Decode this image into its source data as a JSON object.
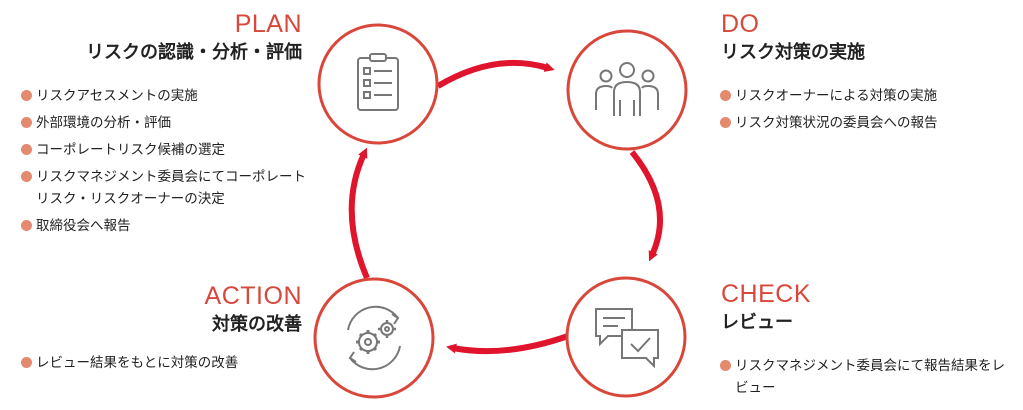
{
  "plan": {
    "title": "PLAN",
    "subtitle": "リスクの認識・分析・評価",
    "items": [
      "リスクアセスメントの実施",
      "外部環境の分析・評価",
      "コーポレートリスク候補の選定",
      "リスクマネジメント委員会にてコーポレートリスク・リスクオーナーの決定",
      "取締役会へ報告"
    ],
    "icon": "clipboard-checklist-icon"
  },
  "do": {
    "title": "DO",
    "subtitle": "リスク対策の実施",
    "items": [
      "リスクオーナーによる対策の実施",
      "リスク対策状況の委員会への報告"
    ],
    "icon": "team-people-icon"
  },
  "check": {
    "title": "CHECK",
    "subtitle": "レビュー",
    "items": [
      "リスクマネジメント委員会にて報告結果をレビュー"
    ],
    "icon": "chat-check-icon"
  },
  "action": {
    "title": "ACTION",
    "subtitle": "対策の改善",
    "items": [
      "レビュー結果をもとに対策の改善"
    ],
    "icon": "gears-cycle-icon"
  },
  "colors": {
    "accent": "#d9473b",
    "arrow": "#e0142c",
    "icon": "#777777",
    "bullet": "#e38a6f"
  }
}
